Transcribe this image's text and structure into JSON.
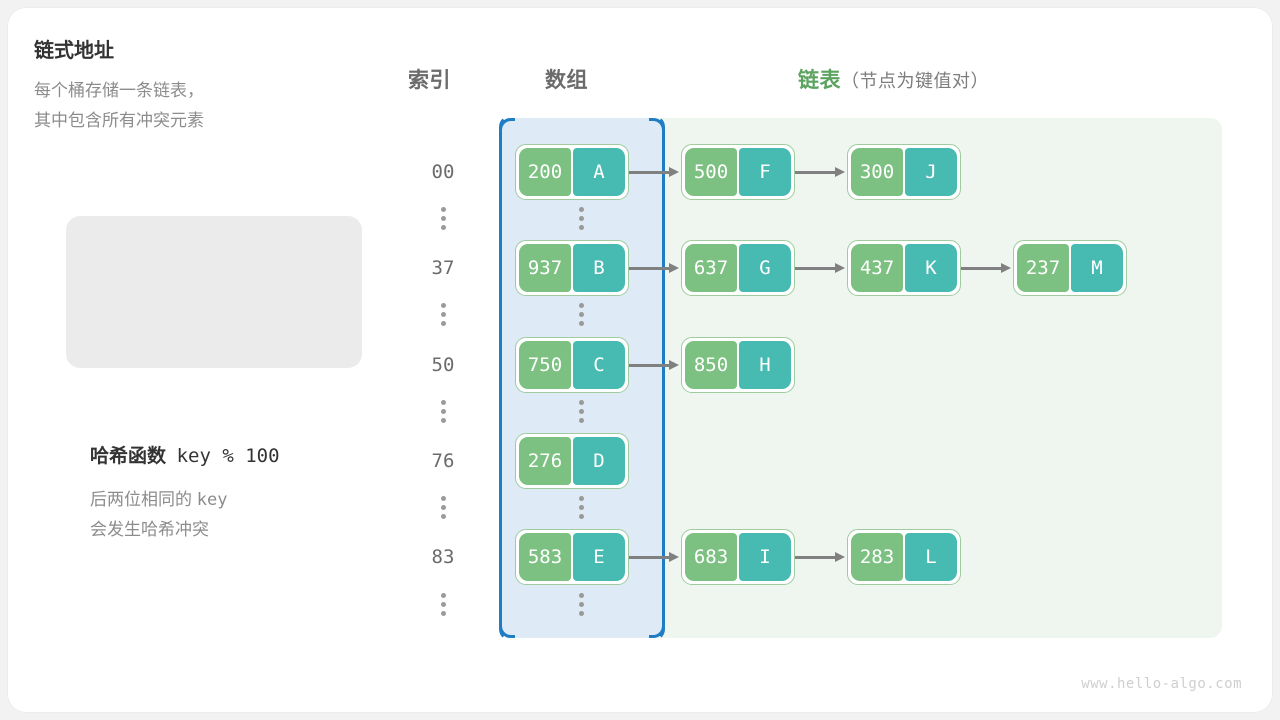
{
  "watermark": "www.hello-algo.com",
  "headers": {
    "index": "索引",
    "array": "数组",
    "list": "链表",
    "list_sub": "（节点为键值对）"
  },
  "info_box": {
    "title": "链式地址",
    "line1": "每个桶存储一条链表，",
    "line2": "其中包含所有冲突元素"
  },
  "hash_note": {
    "title_label": "哈希函数",
    "title_expr": "key % 100",
    "line1_a": "后两位相同的",
    "line1_b": "key",
    "line2": "会发生哈希冲突"
  },
  "colors": {
    "key_box": "#7dc182",
    "value_box": "#47bab2",
    "node_border": "#9fcb9f",
    "array_region_bg": "#deebf6",
    "array_region_border": "#1f7dc4",
    "list_region_bg": "#eff6ef",
    "accent_green_text": "#5ba35f",
    "arrow": "#808080",
    "index_text": "#6b6b6b"
  },
  "rows": [
    {
      "index": "00",
      "nodes": [
        {
          "key": "200",
          "value": "A"
        },
        {
          "key": "500",
          "value": "F"
        },
        {
          "key": "300",
          "value": "J"
        }
      ]
    },
    {
      "index": "37",
      "nodes": [
        {
          "key": "937",
          "value": "B"
        },
        {
          "key": "637",
          "value": "G"
        },
        {
          "key": "437",
          "value": "K"
        },
        {
          "key": "237",
          "value": "M"
        }
      ]
    },
    {
      "index": "50",
      "nodes": [
        {
          "key": "750",
          "value": "C"
        },
        {
          "key": "850",
          "value": "H"
        }
      ]
    },
    {
      "index": "76",
      "nodes": [
        {
          "key": "276",
          "value": "D"
        }
      ]
    },
    {
      "index": "83",
      "nodes": [
        {
          "key": "583",
          "value": "E"
        },
        {
          "key": "683",
          "value": "I"
        },
        {
          "key": "283",
          "value": "L"
        }
      ]
    }
  ]
}
